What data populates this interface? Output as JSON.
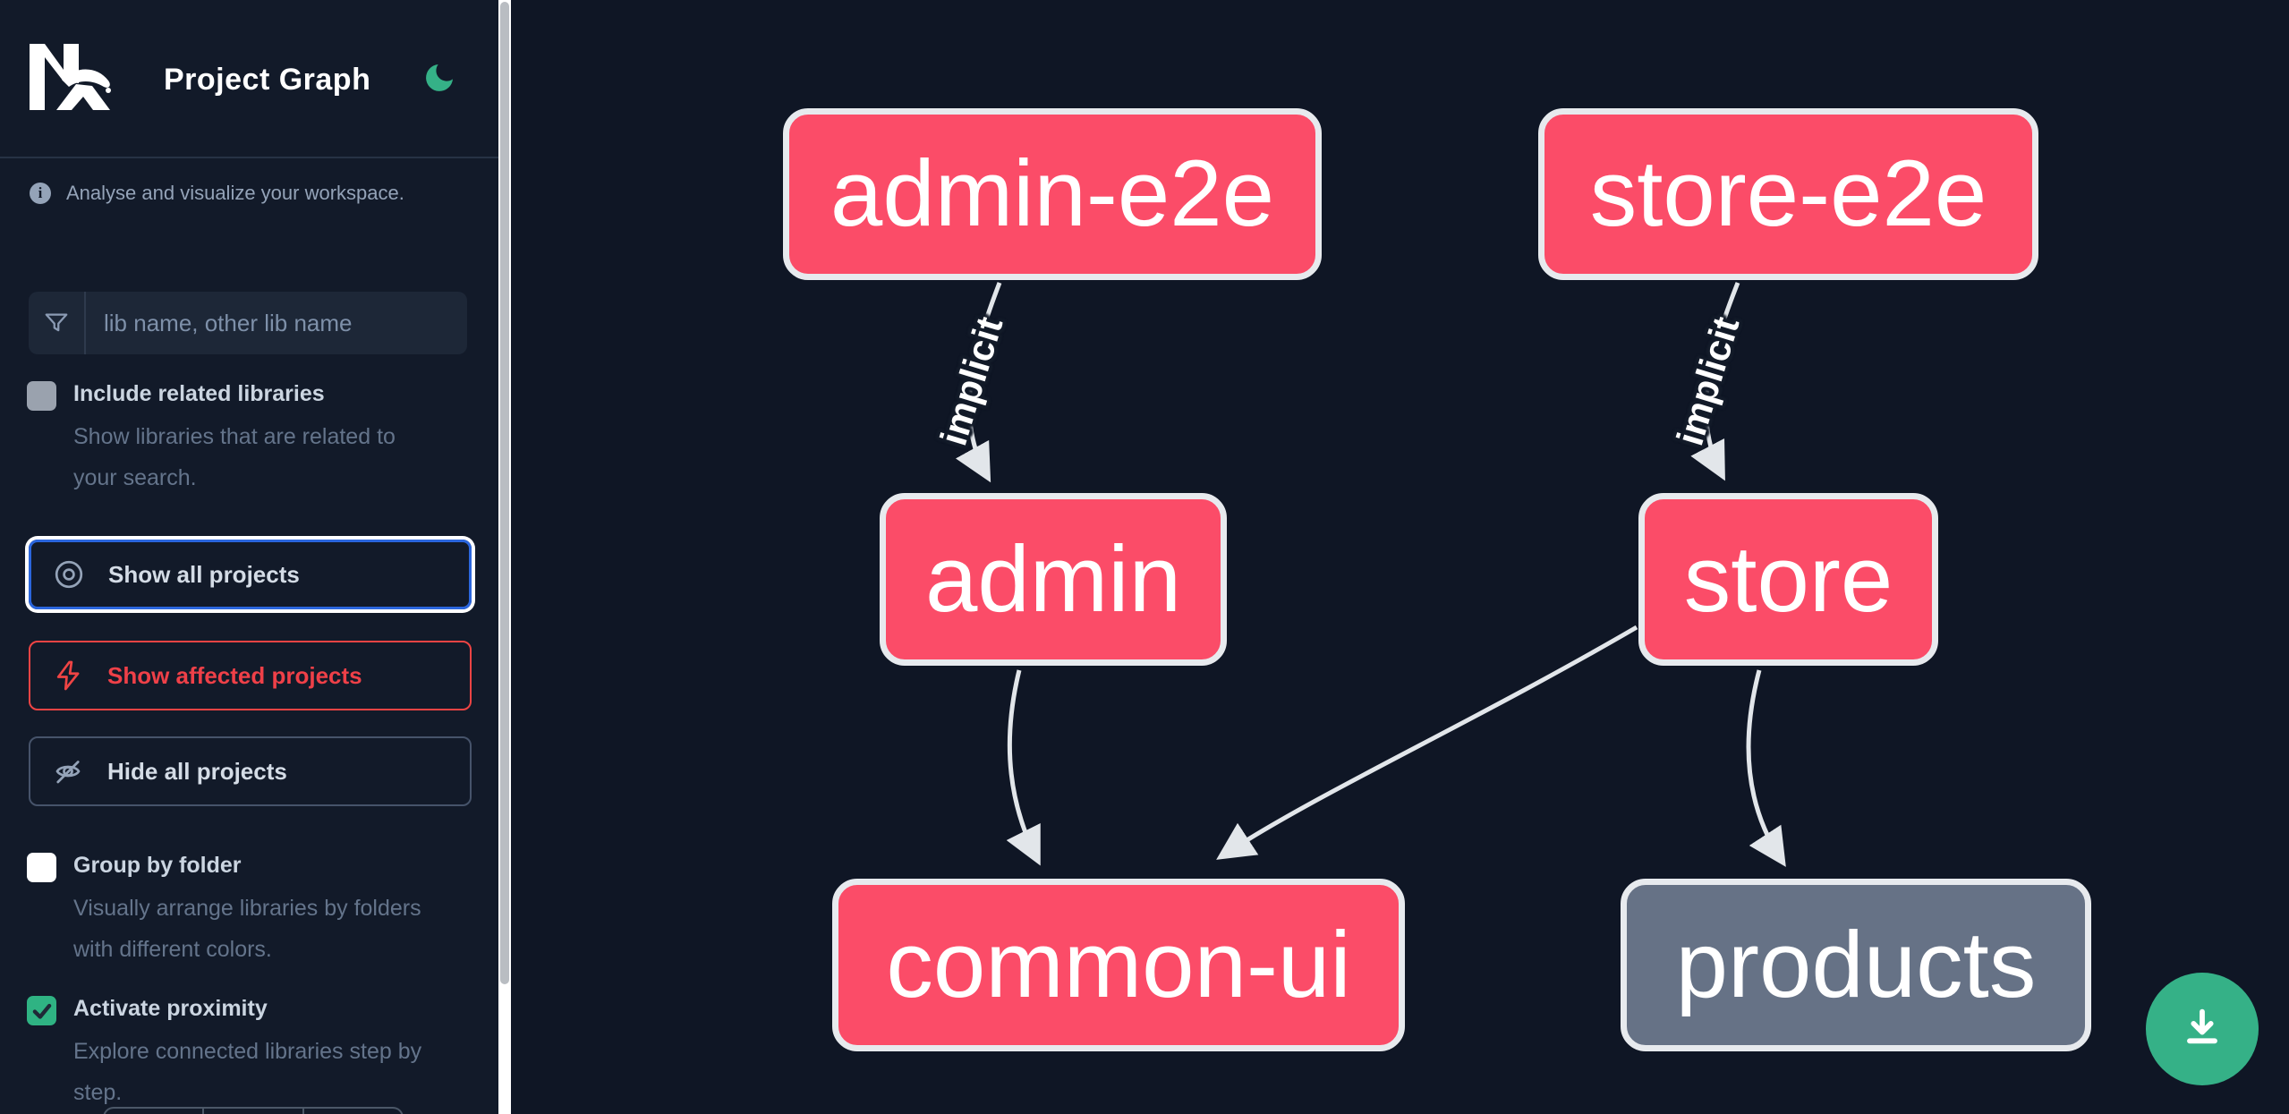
{
  "app": {
    "title": "Project Graph",
    "logo": "Nx"
  },
  "sidebar": {
    "info_text": "Analyse and visualize your workspace.",
    "search": {
      "placeholder": "lib name, other lib name"
    },
    "buttons": [
      {
        "label": "Show all projects",
        "icon": "eye-icon",
        "state": "focused"
      },
      {
        "label": "Show affected projects",
        "icon": "lightning-icon",
        "state": "danger"
      },
      {
        "label": "Hide all projects",
        "icon": "eye-off-icon",
        "state": "default"
      }
    ],
    "options": [
      {
        "label": "Include related libraries",
        "description": "Show libraries that are related to your search.",
        "checked": false
      },
      {
        "label": "Group by folder",
        "description": "Visually arrange libraries by folders with different colors.",
        "checked": false
      },
      {
        "label": "Activate proximity",
        "description": "Explore connected libraries step by step.",
        "checked": true
      }
    ]
  },
  "graph": {
    "nodes": [
      {
        "id": "admin-e2e",
        "label": "admin-e2e",
        "type": "affected"
      },
      {
        "id": "store-e2e",
        "label": "store-e2e",
        "type": "affected"
      },
      {
        "id": "admin",
        "label": "admin",
        "type": "affected"
      },
      {
        "id": "store",
        "label": "store",
        "type": "affected"
      },
      {
        "id": "common-ui",
        "label": "common-ui",
        "type": "affected"
      },
      {
        "id": "products",
        "label": "products",
        "type": "normal"
      }
    ],
    "edges": [
      {
        "from": "admin-e2e",
        "to": "admin",
        "label": "implicit"
      },
      {
        "from": "store-e2e",
        "to": "store",
        "label": "implicit"
      },
      {
        "from": "admin",
        "to": "common-ui",
        "label": ""
      },
      {
        "from": "store",
        "to": "common-ui",
        "label": ""
      },
      {
        "from": "store",
        "to": "products",
        "label": ""
      }
    ]
  },
  "fab": {
    "icon": "download-icon"
  },
  "colors": {
    "background": "#0f1625",
    "sidebar_background": "#121a29",
    "node_affected": "#fb4c68",
    "node_normal": "#667286",
    "node_border": "#e7eaee",
    "edge": "#e2e6ea",
    "accent_green": "#35b187",
    "accent_blue": "#2b66dd",
    "accent_red": "#ef4444",
    "text_primary": "#ffffff",
    "text_muted": "#94a3b8"
  }
}
